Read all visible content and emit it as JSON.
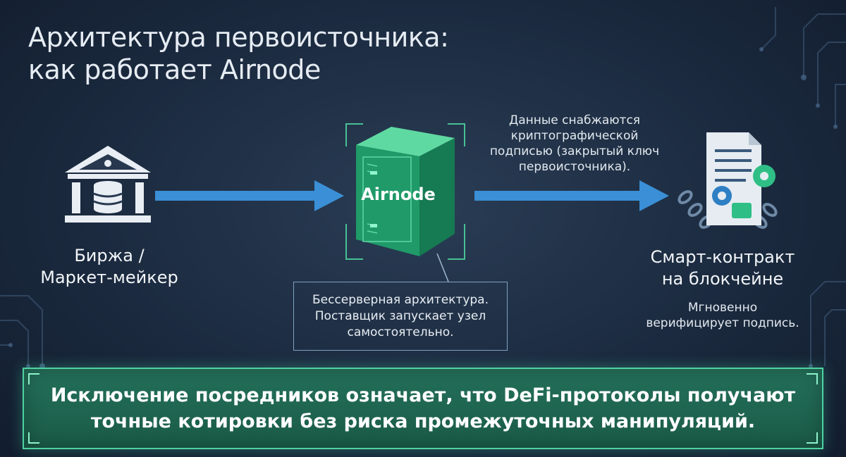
{
  "title": {
    "line1": "Архитектура первоисточника:",
    "line2": "как работает Airnode"
  },
  "exchange": {
    "label_line1": "Биржа /",
    "label_line2": "Маркет-мейкер",
    "icon": "bank-database-icon"
  },
  "airnode": {
    "label": "Airnode",
    "icon": "server-icon",
    "note_line1": "Бессерверная архитектура.",
    "note_line2": "Поставщик запускает узел",
    "note_line3": "самостоятельно."
  },
  "signature_note": {
    "line1": "Данные снабжаются",
    "line2": "криптографической",
    "line3": "подписью (закрытый ключ",
    "line4": "первоисточника)."
  },
  "contract": {
    "label_line1": "Смарт-контракт",
    "label_line2": "на блокчейне",
    "desc_line1": "Мгновенно",
    "desc_line2": "верифицирует подпись.",
    "icon": "smart-contract-chain-icon"
  },
  "banner": {
    "line1": "Исключение посредников означает, что DeFi-протоколы получают",
    "line2": "точные котировки без риска промежуточных манипуляций."
  },
  "colors": {
    "accent_green": "#2fbf86",
    "arrow_blue": "#3a8fd6",
    "background": "#1b2a3f"
  }
}
